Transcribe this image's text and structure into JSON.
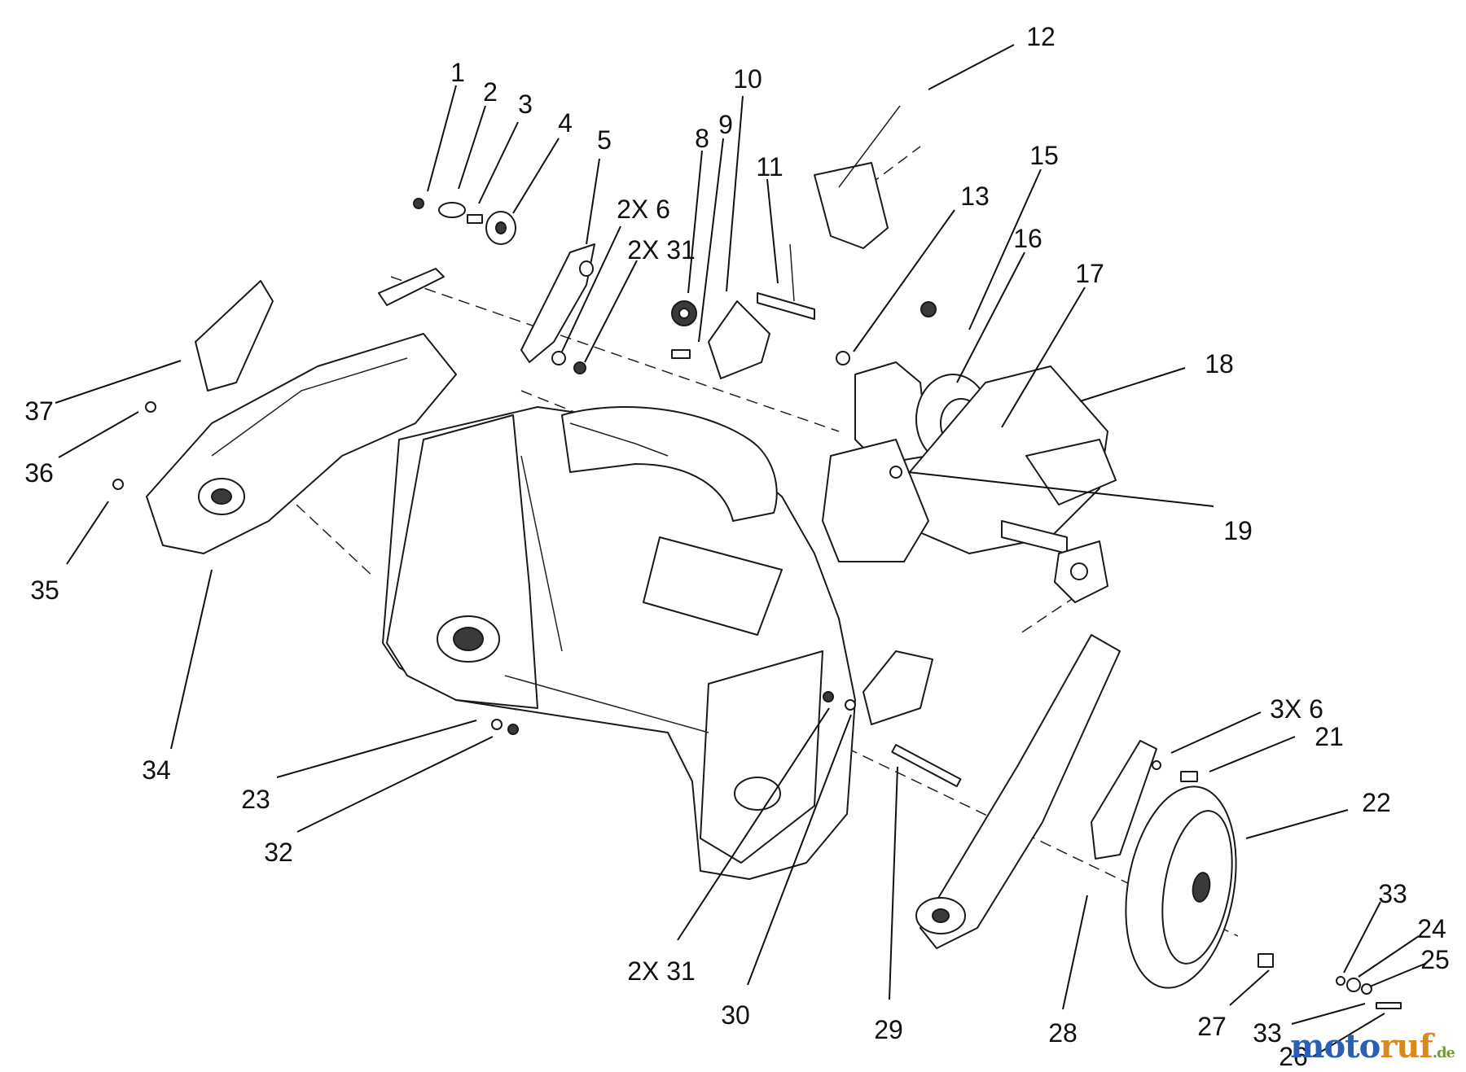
{
  "callouts": [
    "1",
    "2",
    "3",
    "4",
    "5",
    "2X 6",
    "2X 31",
    "8",
    "9",
    "10",
    "11",
    "12",
    "13",
    "15",
    "16",
    "17",
    "18",
    "19",
    "37",
    "36",
    "35",
    "34",
    "23",
    "32",
    "2X 31",
    "30",
    "29",
    "28",
    "3X 6",
    "21",
    "22",
    "33",
    "24",
    "25",
    "27",
    "33",
    "26"
  ],
  "watermark": {
    "text_a": "moto",
    "text_b": "ruf",
    "text_c": ".de"
  },
  "colors": {
    "line": "#1a1a1a",
    "background": "#ffffff",
    "watermark_blue": "#2a5fb4",
    "watermark_orange": "#d98a1c"
  }
}
